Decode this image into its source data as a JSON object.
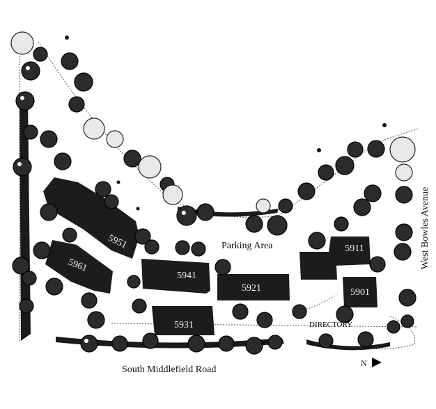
{
  "buildings": [
    {
      "id": "b5951",
      "label": "5951"
    },
    {
      "id": "b5961",
      "label": "5961"
    },
    {
      "id": "b5941",
      "label": "5941"
    },
    {
      "id": "b5921",
      "label": "5921"
    },
    {
      "id": "b5931",
      "label": "5931"
    },
    {
      "id": "b5911",
      "label": "5911"
    },
    {
      "id": "b5901",
      "label": "5901"
    }
  ],
  "labels": {
    "parking": "Parking Area",
    "directory": "DIRECTORY",
    "south_road": "South Middlefield Road",
    "west_avenue": "West Bowles Avenue",
    "north": "N"
  }
}
